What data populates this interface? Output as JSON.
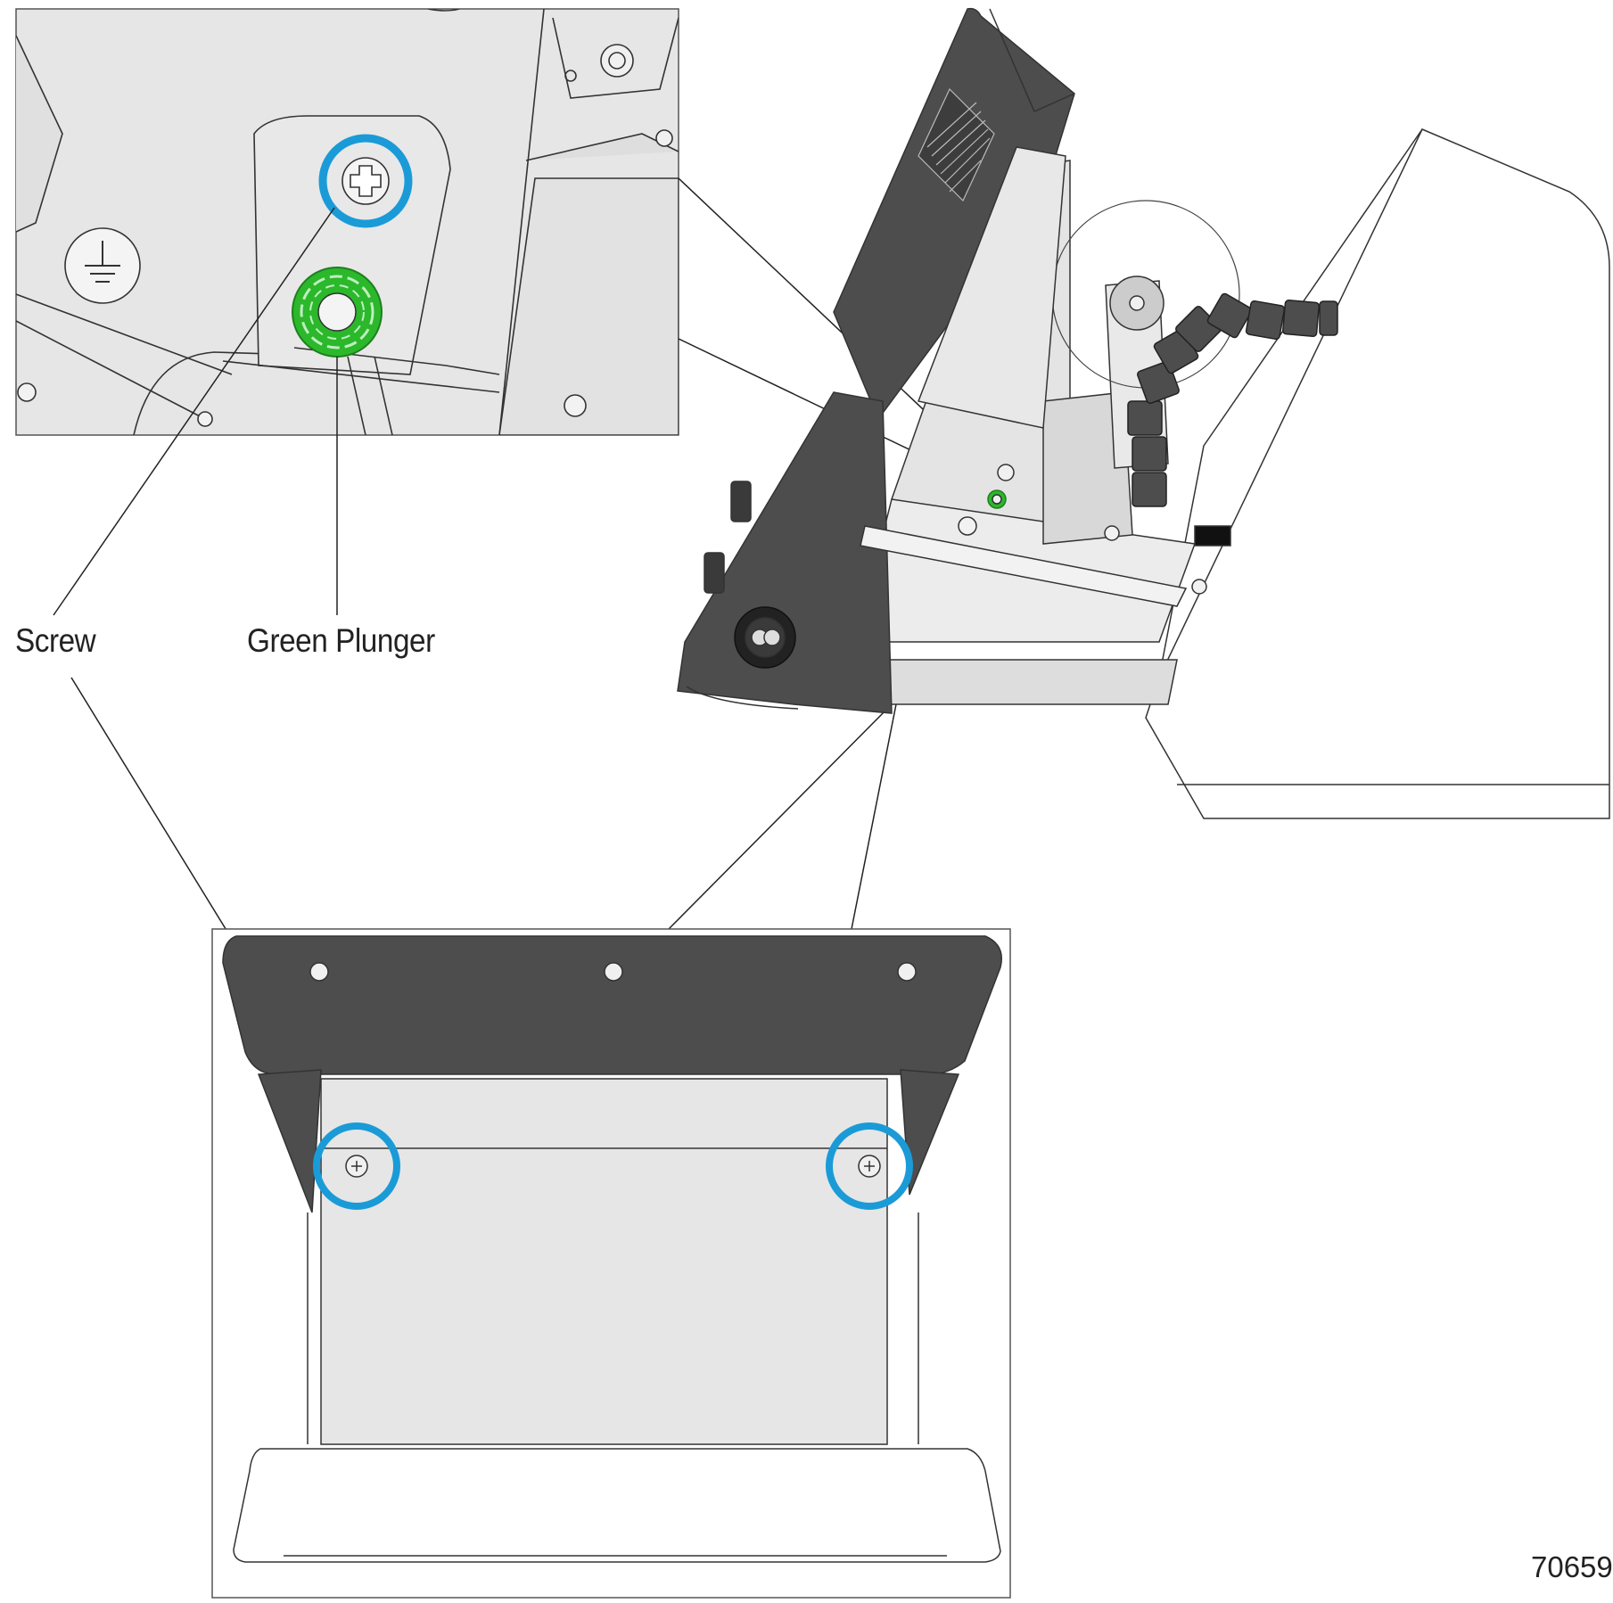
{
  "callouts": {
    "screw_label": "Screw",
    "plunger_label": "Green Plunger"
  },
  "figure_number": "70659",
  "colors": {
    "highlight_ring": "#1a9bd7",
    "plunger": "#2bb82b",
    "dark_housing": "#4d4d4d",
    "panel_fill": "#e6e6e6",
    "line": "#222222"
  },
  "icons": [
    "screw-icon",
    "green-plunger-icon",
    "ground-symbol-icon"
  ]
}
